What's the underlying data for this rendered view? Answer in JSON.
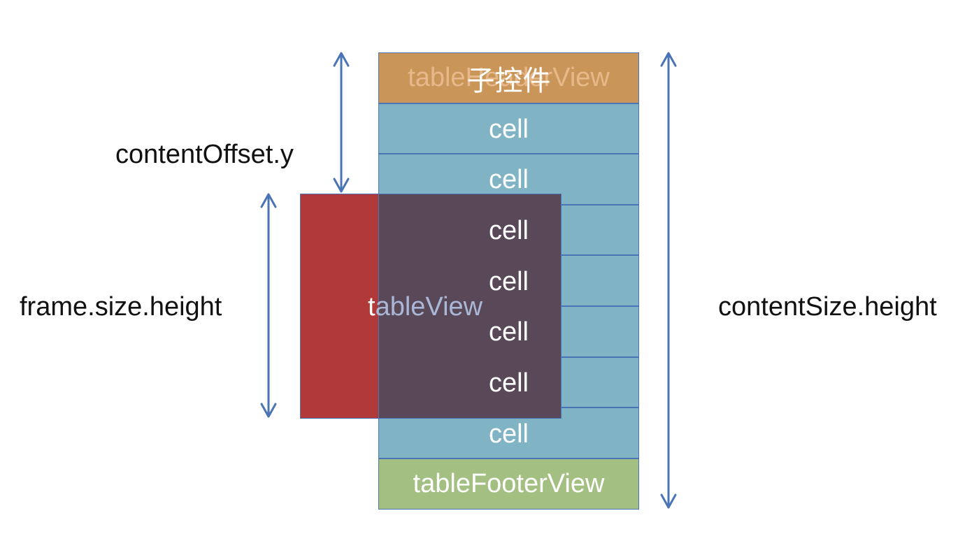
{
  "labels": {
    "content_offset": "contentOffset.y",
    "frame_height": "frame.size.height",
    "content_height": "contentSize.height"
  },
  "table": {
    "header_en": "tableHeaderView",
    "header_cn": "子控件",
    "cells": [
      "cell",
      "cell",
      "cell",
      "cell",
      "cell",
      "cell",
      "cell"
    ],
    "footer": "tableFooterView",
    "tableview_label_first": "t",
    "tableview_label_rest": "ableView"
  },
  "colors": {
    "header": "#c99558",
    "cell": "#80b3c4",
    "footer": "#a4bf82",
    "frame": "#b2393a",
    "overlay": "#464c5f",
    "arrow": "#4a74b6"
  }
}
